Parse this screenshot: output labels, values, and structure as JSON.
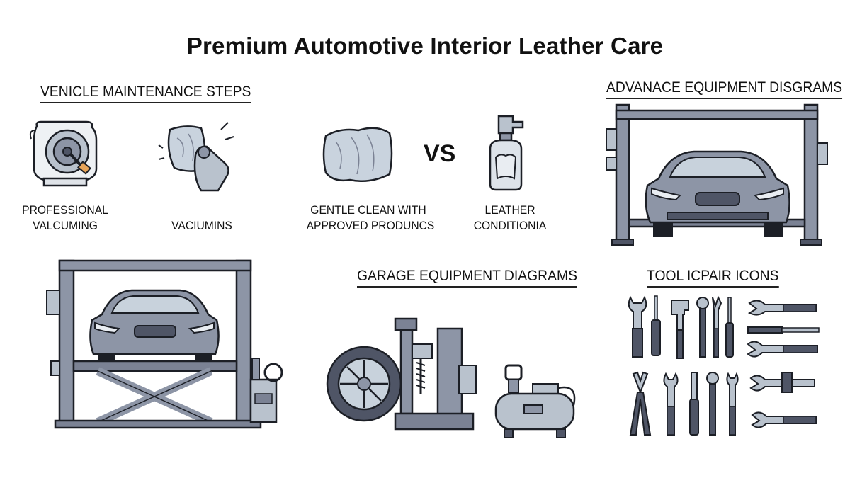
{
  "title": "Premium Automotive Interior Leather Care",
  "sections": {
    "steps": {
      "heading": "VENICLE MAINTENANCE STEPS",
      "items": [
        {
          "line1": "PROFESSIONAL",
          "line2": "VALCUMING",
          "icon": "vacuum-machine-icon"
        },
        {
          "line1": "VACIUMINS",
          "line2": "",
          "icon": "hand-wipe-cloth-icon"
        },
        {
          "line1": "GENTLE CLEAN WITH",
          "line2": "APPROVED PRODUNCS",
          "icon": "cloth-icon"
        },
        {
          "line1": "LEATHER",
          "line2": "CONDITIONIA",
          "icon": "leather-conditioner-bottle-icon"
        }
      ],
      "vs_label": "VS"
    },
    "advanced": {
      "heading": "ADVANACE EQUIPMENT DISGRAMS"
    },
    "garage": {
      "heading": "GARAGE EQUIPMENT DIAGRAMS"
    },
    "tools": {
      "heading": "TOOL ICPAIR   ICONS"
    }
  },
  "colors": {
    "steel": "#7b8294",
    "steel_dark": "#4f5566",
    "car_body": "#8d95a6",
    "glass": "#c8d2dc",
    "cloth": "#c9d3de",
    "orange": "#e8a55a",
    "outline": "#1c1f26"
  }
}
